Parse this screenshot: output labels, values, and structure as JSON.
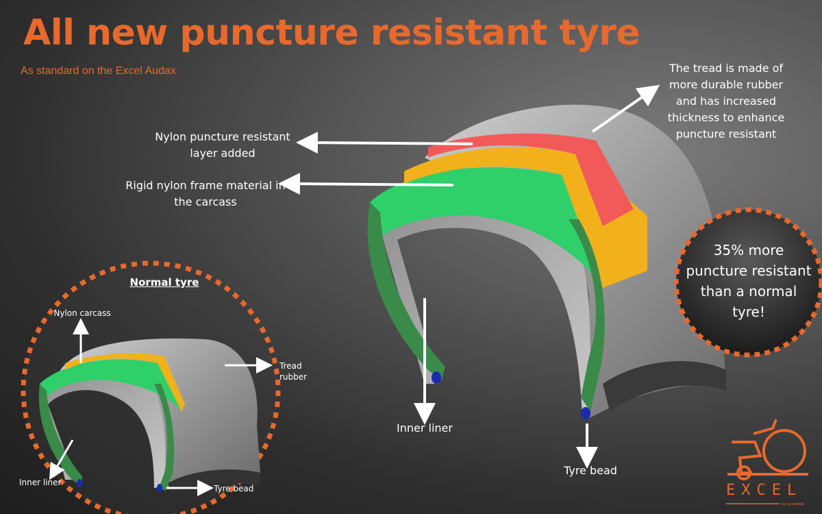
{
  "title": "All new puncture resistant tyre",
  "subtitle": "As standard on the Excel Audax",
  "callouts": {
    "tread_note": "The tread is made of more durable rubber and has increased thickness to enhance puncture resistant",
    "nylon_layer": "Nylon puncture resistant layer added",
    "rigid_frame": "Rigid nylon frame material in the carcass",
    "inner_liner": "Inner liner",
    "tyre_bead": "Tyre bead"
  },
  "badge": {
    "text": "35% more puncture resistant than a normal tyre!"
  },
  "normal_tyre": {
    "title": "Normal tyre",
    "nylon_carcass": "Nylon carcass",
    "tread_rubber": "Tread rubber",
    "inner_liner": "Inner liner",
    "tyre_bead": "Tyre bead"
  },
  "logo": {
    "name": "EXCEL",
    "tagline": "van os medical"
  },
  "colors": {
    "accent": "#e8692d",
    "layer_red": "#f25a5a",
    "layer_yellow": "#f2b11a",
    "layer_green": "#2fcf6a"
  }
}
